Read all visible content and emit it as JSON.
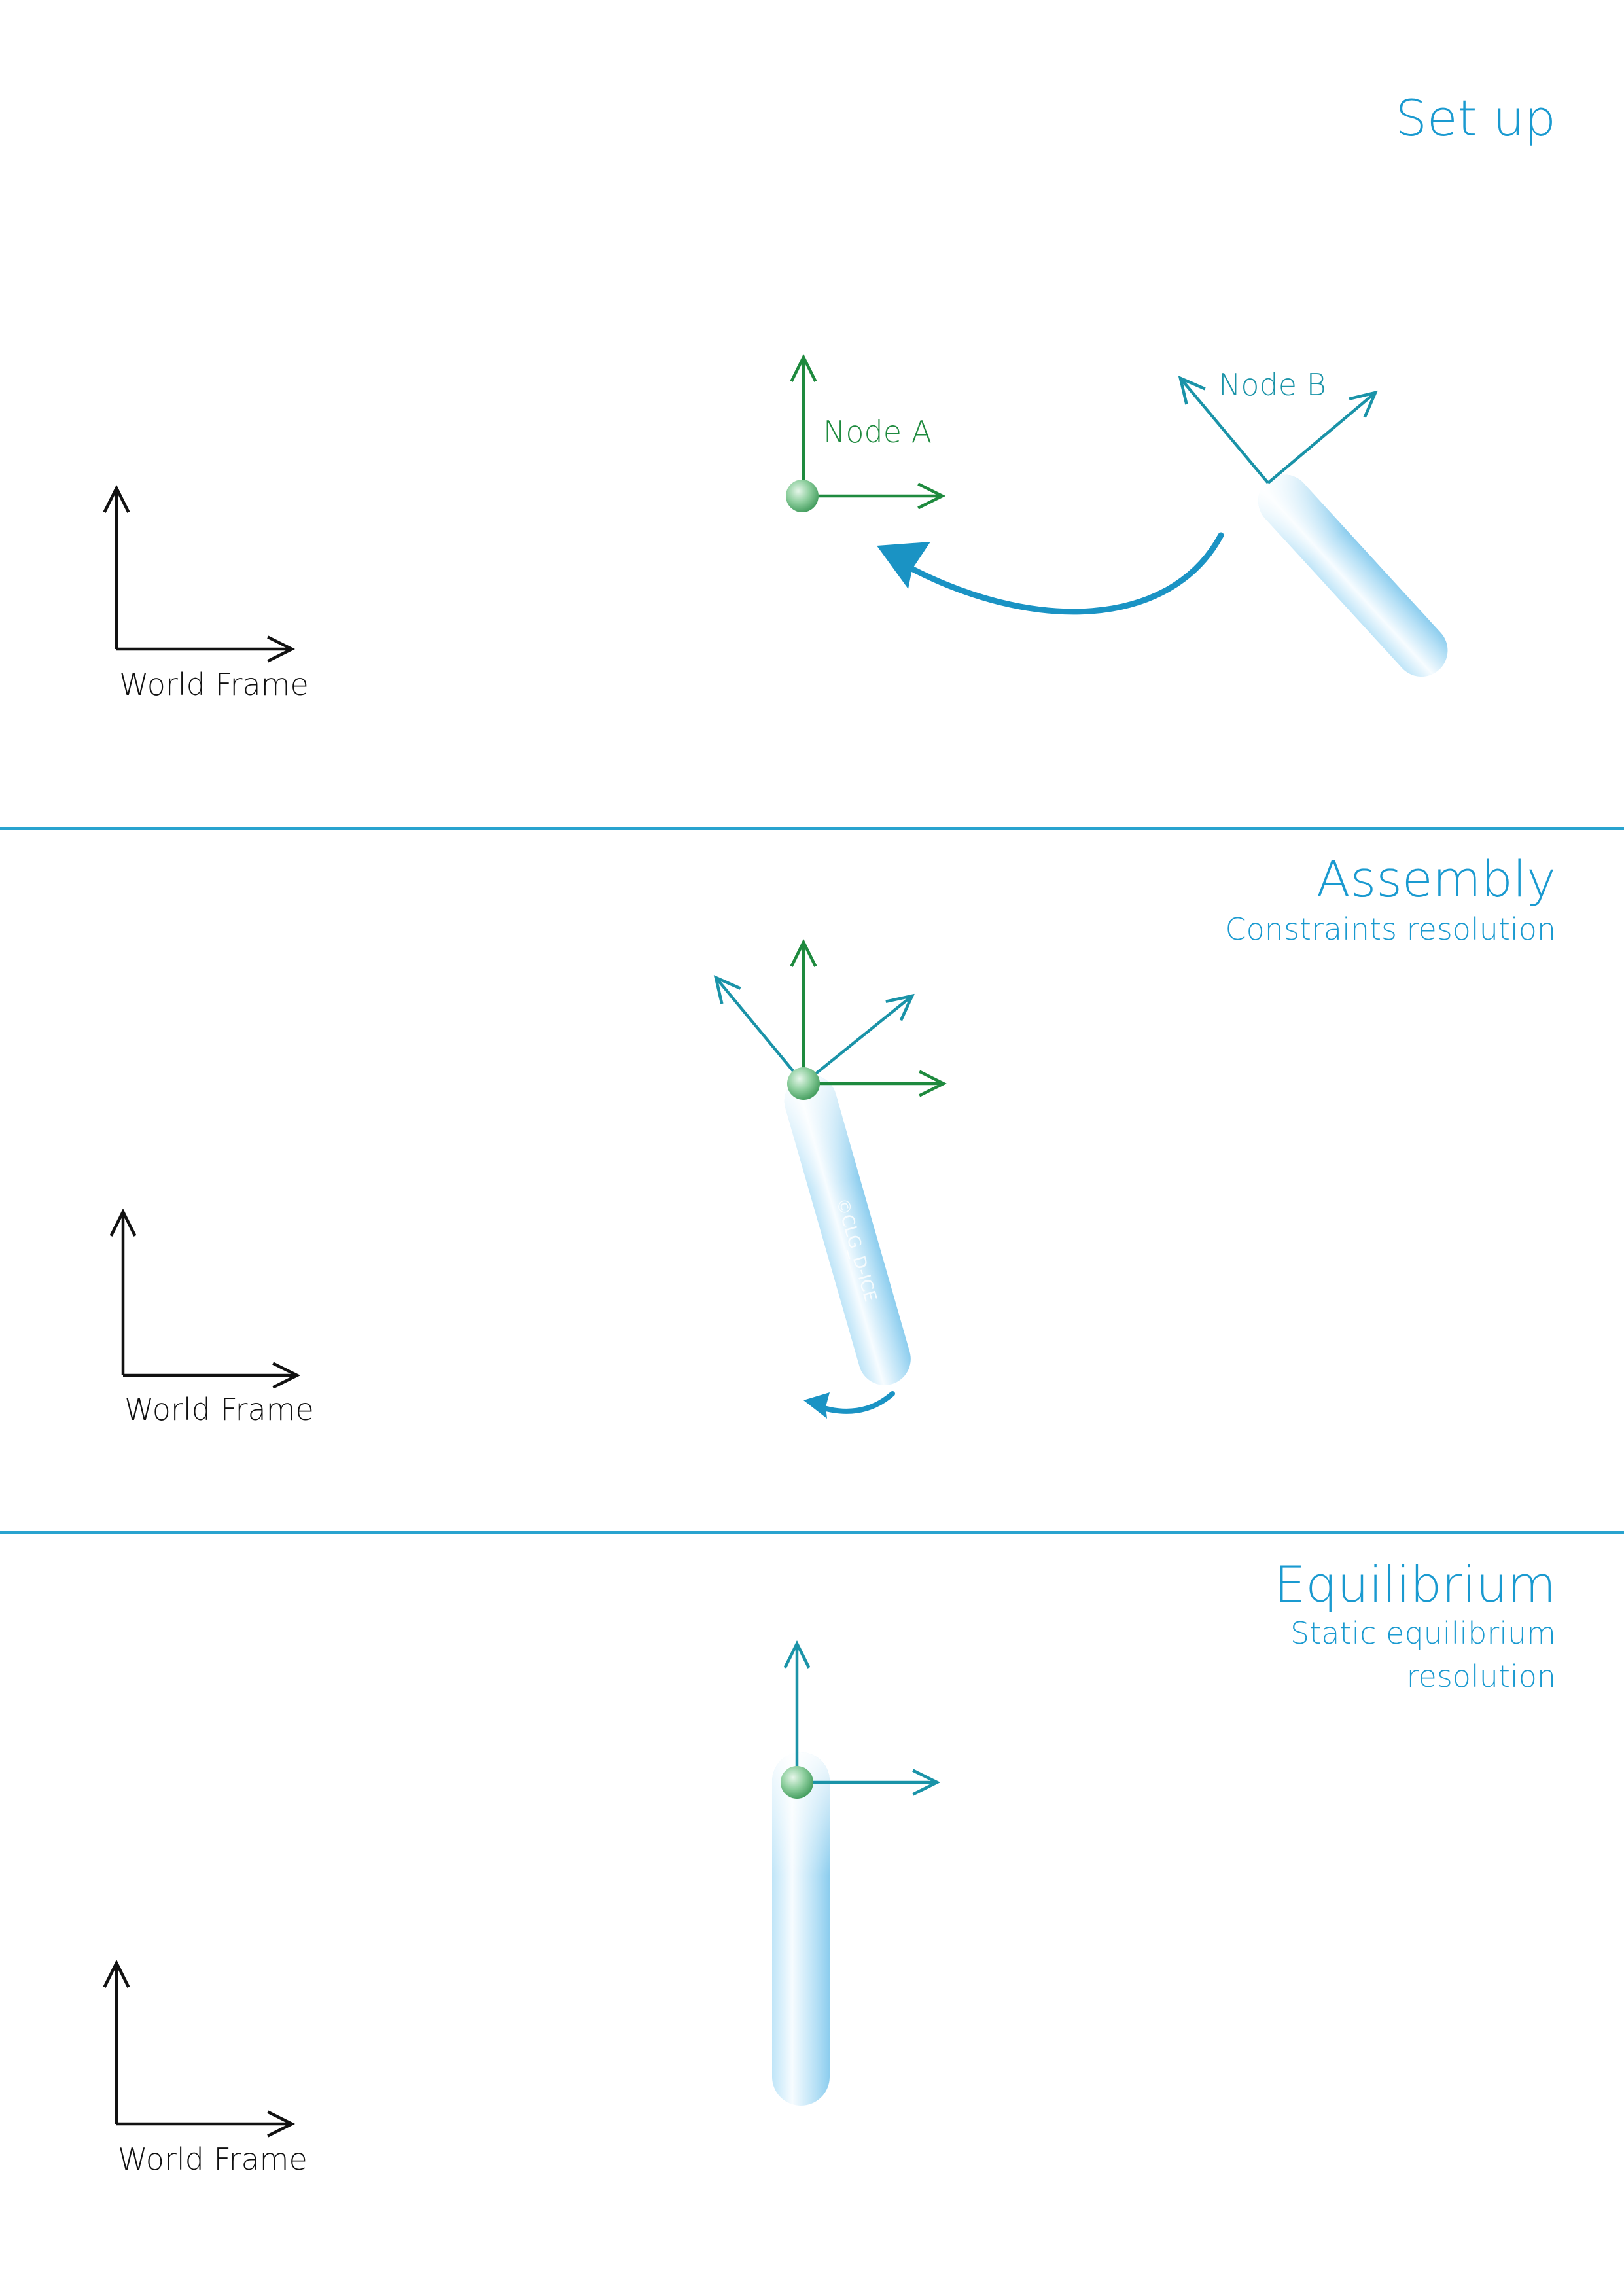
{
  "colors": {
    "accent": "#1a9ad0",
    "divider": "#29a3cf",
    "node_a": "#1e8a3e",
    "node_b": "#1a93a8",
    "world_frame": "#111111",
    "beam_light": "#f4fbff",
    "beam_dark": "#9fd6f3"
  },
  "sections": [
    {
      "title": "Set up",
      "subtitle_lines": [],
      "world_frame_label": "World Frame",
      "node_a_label": "Node A",
      "node_b_label": "Node B"
    },
    {
      "title": "Assembly",
      "subtitle_lines": [
        "Constraints resolution"
      ],
      "world_frame_label": "World Frame",
      "watermark": "©CLG_D-ICE"
    },
    {
      "title": "Equilibrium",
      "subtitle_lines": [
        "Static equilibrium",
        "resolution"
      ],
      "world_frame_label": "World Frame"
    }
  ],
  "icons": {
    "node": "sphere-icon",
    "axis_arrow": "arrow-icon",
    "rotation": "curved-arrow-icon"
  }
}
